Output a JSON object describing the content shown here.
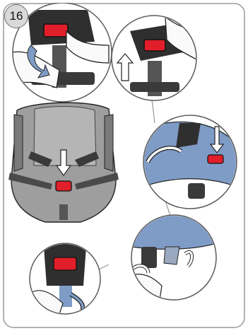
{
  "step": {
    "number": "16"
  },
  "colors": {
    "frame": "#9a9a9a",
    "seat_gray": "#9e9e9e",
    "seat_dark": "#3a3a3a",
    "fabric_blue": "#7f9cc7",
    "buckle_red": "#e01f2a",
    "arrow_fill": "#ffffff"
  },
  "scene": {
    "panels": [
      {
        "icon": "hand-pressing-buckle-icon",
        "action": "press-down"
      },
      {
        "icon": "buckle-release-up-icon",
        "action": "pull-up"
      },
      {
        "icon": "child-seat-icon",
        "action": "lower-center"
      },
      {
        "icon": "buckle-side-release-icon",
        "action": "rotate"
      },
      {
        "icon": "strap-clip-icon",
        "action": "rotate"
      },
      {
        "icon": "buckle-pull-down-icon",
        "action": "pull-down"
      }
    ]
  }
}
